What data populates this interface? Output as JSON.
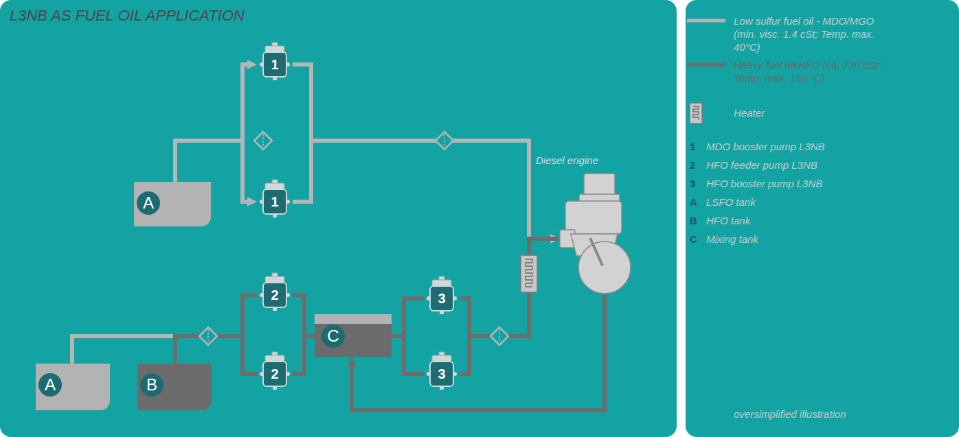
{
  "diagram": {
    "title": "L3NB AS FUEL OIL APPLICATION",
    "nodes": [
      {
        "text": [
          "1"
        ]
      },
      {
        "text": [
          "A"
        ]
      },
      {
        "text": [
          "1"
        ]
      },
      {
        "text": [
          "Diesel engine"
        ]
      },
      {
        "text": [
          "2"
        ]
      },
      {
        "text": [
          "C"
        ]
      },
      {
        "text": [
          "3"
        ]
      },
      {
        "text": [
          "2"
        ]
      },
      {
        "text": [
          "3"
        ]
      },
      {
        "text": [
          "A"
        ]
      },
      {
        "text": [
          "B"
        ]
      }
    ],
    "edges": [
      {
        "from": 1,
        "to": 0,
        "arrow": "to"
      },
      {
        "from": 1,
        "to": 2,
        "arrow": "to"
      },
      {
        "from": 0,
        "to": 3,
        "arrow": "to"
      },
      {
        "from": 2,
        "to": 3,
        "arrow": "to"
      },
      {
        "from": 9,
        "to": 4,
        "arrow": "none"
      },
      {
        "from": 9,
        "to": 7,
        "arrow": "none"
      },
      {
        "from": 10,
        "to": 4,
        "arrow": "none"
      },
      {
        "from": 10,
        "to": 7,
        "arrow": "none"
      },
      {
        "from": 4,
        "to": 5,
        "arrow": "none"
      },
      {
        "from": 7,
        "to": 5,
        "arrow": "none"
      },
      {
        "from": 5,
        "to": 6,
        "arrow": "none"
      },
      {
        "from": 5,
        "to": 8,
        "arrow": "none"
      },
      {
        "from": 6,
        "to": 3,
        "arrow": "none"
      },
      {
        "from": 8,
        "to": 3,
        "arrow": "none"
      },
      {
        "from": 3,
        "to": 5,
        "arrow": "to"
      }
    ],
    "labels": [
      "1",
      "MDO booster pump L3NB",
      "2",
      "HFO feeder pump L3NB",
      "3",
      "HFO booster pump L3NB",
      "A",
      "LSFO tank",
      "B",
      "HFO tank",
      "C",
      "Mixing tank",
      "oversimplified illustration"
    ],
    "legend": [
      {
        "text": "Low sulfur fuel oil - MDO/MGO (min. visc. 1.4 cSt; Temp. max. 40°C)"
      },
      {
        "text": "Heavy fuel oil/HFO (ca. 730 cSt.; Temp. max. 150 °C)"
      },
      {
        "text": "Heater"
      }
    ]
  }
}
